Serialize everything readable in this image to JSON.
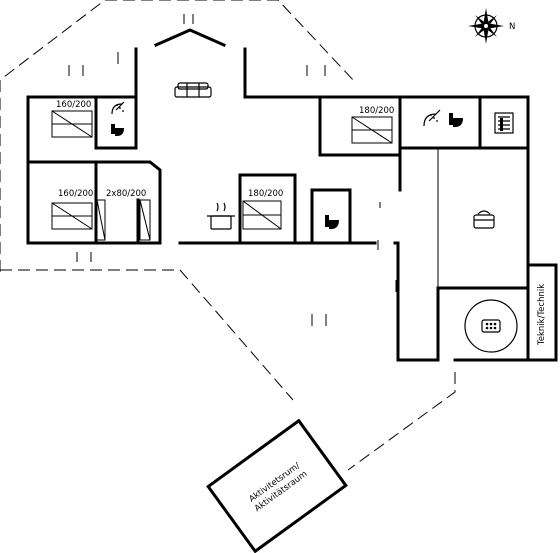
{
  "rooms": {
    "bed_nw": "160/200",
    "bed_sw": "160/200",
    "bunk": "2x80/200",
    "bed_center": "180/200",
    "bed_ne": "180/200",
    "tech_room": "Teknik/Technik",
    "activity_line1": "Aktivitetsrum/",
    "activity_line2": "Aktivitätsraum"
  },
  "compass": {
    "north_label": "N"
  },
  "icons": {
    "shower": "shower-icon",
    "toilet": "toilet-icon",
    "sofa": "sofa-icon",
    "cooking_pot": "cooking-pot-icon",
    "sauna": "sauna-icon",
    "spa": "spa-bath-icon",
    "fireplace": "fireplace-icon",
    "compass": "compass-rose-icon"
  }
}
